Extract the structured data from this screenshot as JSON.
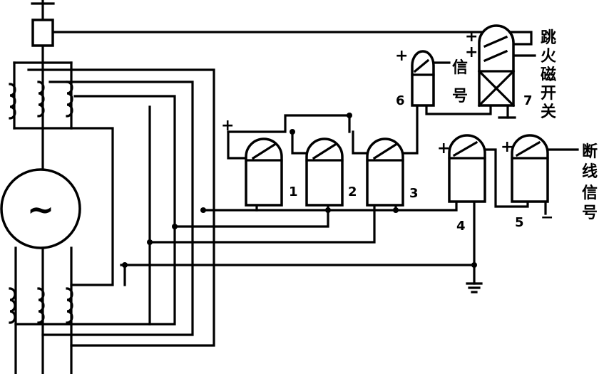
{
  "generator": {
    "symbol": "~"
  },
  "relays": [
    {
      "id": "1"
    },
    {
      "id": "2"
    },
    {
      "id": "3"
    },
    {
      "id": "4"
    },
    {
      "id": "5"
    },
    {
      "id": "6"
    },
    {
      "id": "7"
    }
  ],
  "labels": {
    "signal_6": [
      "信",
      "号"
    ],
    "breaker_7": [
      "跳",
      "火",
      "磁",
      "开",
      "关"
    ],
    "disconnect_signal": [
      "断",
      "线",
      "信",
      "号"
    ],
    "plus": "+",
    "minus": "−"
  },
  "colors": {
    "ink": "#000000",
    "background": "#ffffff"
  }
}
